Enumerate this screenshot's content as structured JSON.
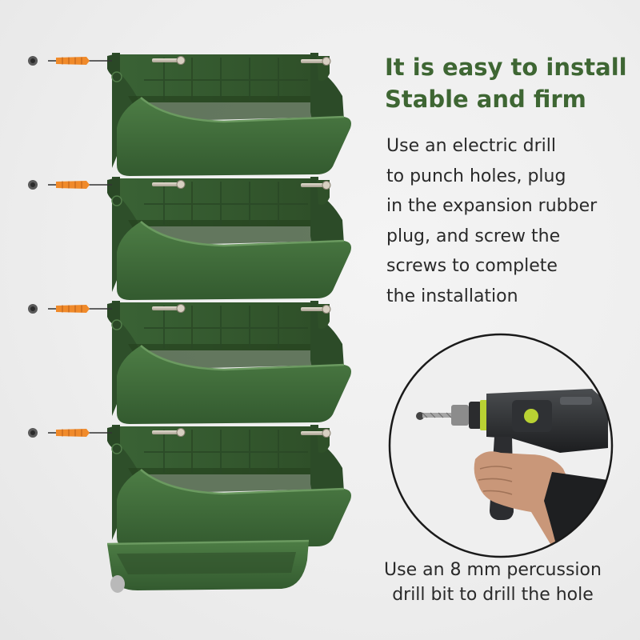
{
  "headline": {
    "line1": "It is easy to install",
    "line2": "Stable and firm"
  },
  "instructions": {
    "lines": [
      "Use an electric drill",
      "to punch holes, plug",
      "in the expansion rubber",
      "plug, and screw the",
      "screws to complete",
      "the installation"
    ]
  },
  "drill_caption": {
    "line1": "Use an 8 mm percussion",
    "line2": "drill bit to drill the hole"
  },
  "colors": {
    "planter_green": "#3f6a3a",
    "headline_green": "#3e6633",
    "anchor_orange": "#f08a2a",
    "text_dark": "#2a2a2a"
  },
  "icons": [
    "wall-hole-icon",
    "expansion-anchor-icon",
    "screw-icon",
    "electric-drill-icon"
  ]
}
